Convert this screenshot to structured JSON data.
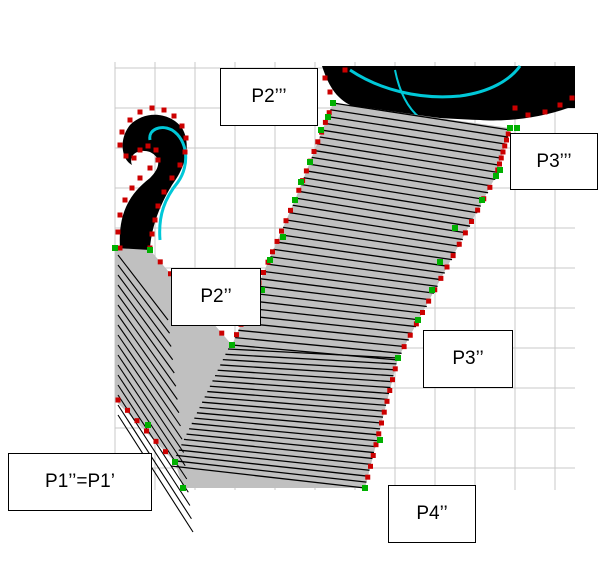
{
  "labels": {
    "p2_triple": "P2’’’",
    "p3_triple": "P3’’’",
    "p2_double": "P2’’",
    "p3_double": "P3’’",
    "p1_double_eq": "P1’’=P1’",
    "p4_double": "P4’’"
  },
  "colors": {
    "grid": "#c8c8c8",
    "fill_gray": "#c0c0c0",
    "hatch": "#000000",
    "boundary_red": "#cc0000",
    "point_green": "#00b000",
    "curve_cyan": "#00c8d8",
    "black_fill": "#000000"
  }
}
